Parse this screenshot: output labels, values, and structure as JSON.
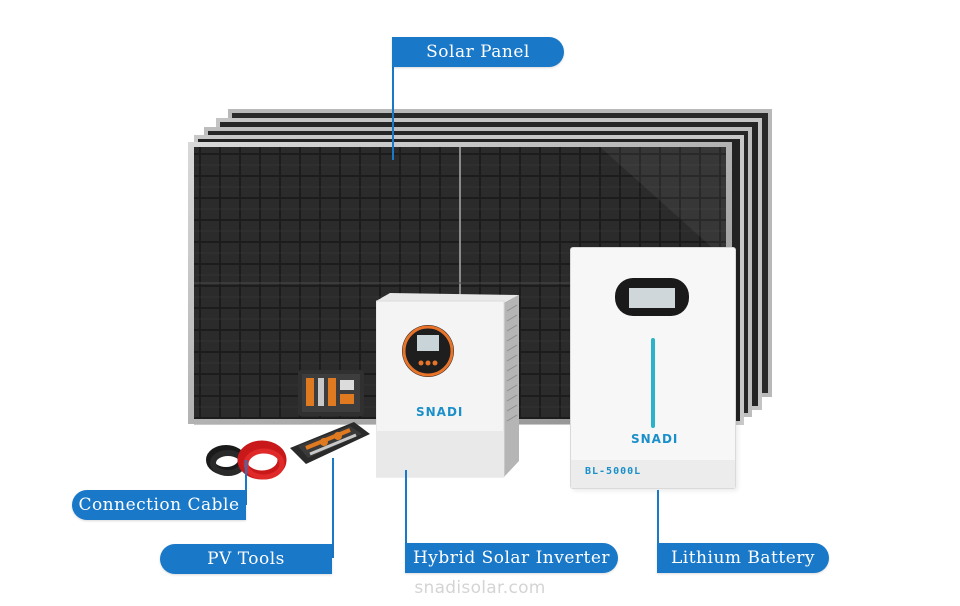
{
  "labels": {
    "solar_panel": "Solar Panel",
    "connection_cable": "Connection Cable",
    "pv_tools": "PV Tools",
    "hybrid_inverter": "Hybrid Solar Inverter",
    "lithium_battery": "Lithium Battery"
  },
  "inverter_brand": "SNADI",
  "battery_brand": "SNADI",
  "battery_model": "BL-5000L",
  "watermark": "snadisolar.com",
  "colors": {
    "label_bg": "#1a78c8",
    "label_text": "#ffffff",
    "accent_orange": "#e8732a",
    "brand_blue": "#1b8fc9"
  },
  "icons": [
    "solar-panel-icon",
    "inverter-icon",
    "battery-icon",
    "tool-case-icon",
    "cable-coil-icon"
  ]
}
